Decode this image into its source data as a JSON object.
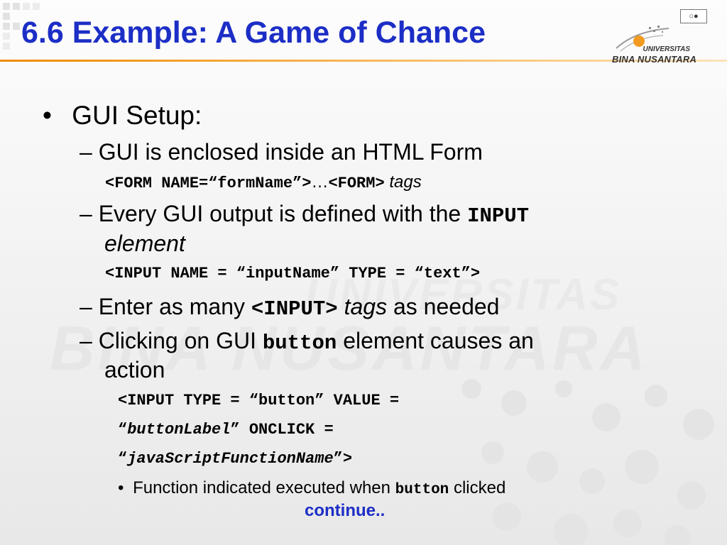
{
  "slide": {
    "title": "6.6 Example: A Game of Chance",
    "logo": {
      "line1": "UNIVERSITAS",
      "line2": "BINA NUSANTARA"
    },
    "watermark": "BINA NUSANTARA",
    "watermark_top": "UNIVERSITAS",
    "cc_icon": "cc-license-icon",
    "bullet1": {
      "marker": "•",
      "text": "GUI Setup:"
    },
    "item1": {
      "dash": "–",
      "text": "GUI is enclosed inside an HTML Form"
    },
    "item1_code": {
      "code": "<FORM NAME=“formName”>",
      "ellipsis": "…",
      "code2": "<FORM>",
      "tail": " tags"
    },
    "item2": {
      "dash": "–",
      "text": "Every GUI output is defined with the ",
      "code": "INPUT",
      "cont": "element"
    },
    "item2_code": "<INPUT NAME = “inputName” TYPE = “text”>",
    "item3": {
      "dash": "–",
      "text": "Enter as many ",
      "code": "<INPUT>",
      "ital": " tags",
      "tail": " as needed"
    },
    "item4": {
      "dash": "–",
      "text": "Clicking on GUI ",
      "code": "button",
      "tail": " element causes an",
      "cont": "action"
    },
    "item4_code1": "<INPUT TYPE = “button” VALUE =",
    "item4_code2": {
      "open": "“",
      "ital": "buttonLabel",
      "close": "” ONCLICK ="
    },
    "item4_code3": {
      "open": "“",
      "ital": "javaScriptFunctionName",
      "close": "”>"
    },
    "sub": {
      "marker": "•",
      "text": "Function indicated executed when ",
      "code": "button",
      "tail": " clicked"
    },
    "continue": "continue.."
  },
  "colors": {
    "title": "#1c2ec6",
    "accent": "#f08a00",
    "continue": "#1c2ec6"
  }
}
